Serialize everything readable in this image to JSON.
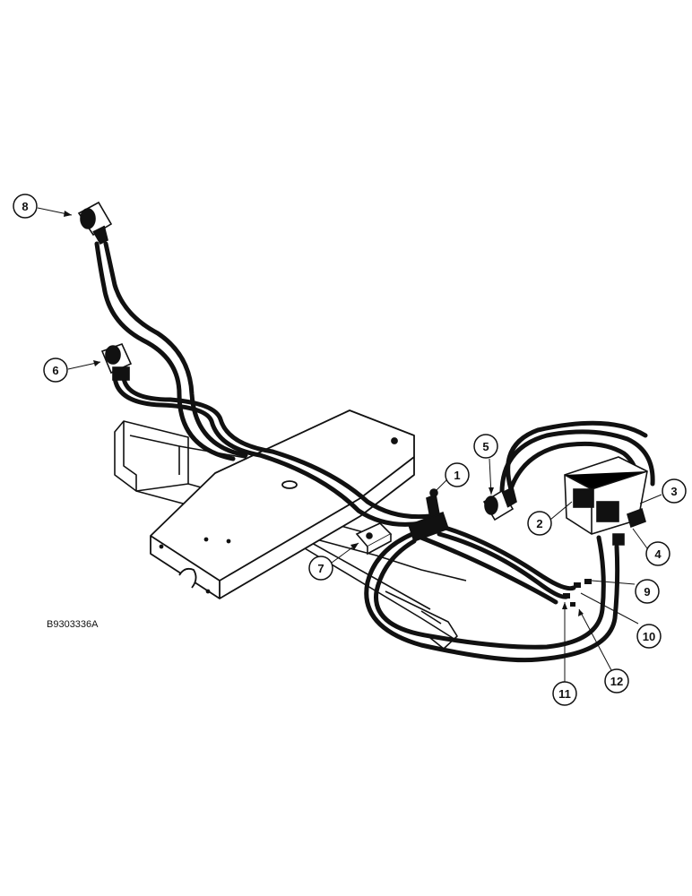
{
  "figure_id": "B9303336A",
  "callouts": [
    "1",
    "2",
    "3",
    "4",
    "5",
    "6",
    "7",
    "8",
    "9",
    "10",
    "11",
    "12"
  ]
}
